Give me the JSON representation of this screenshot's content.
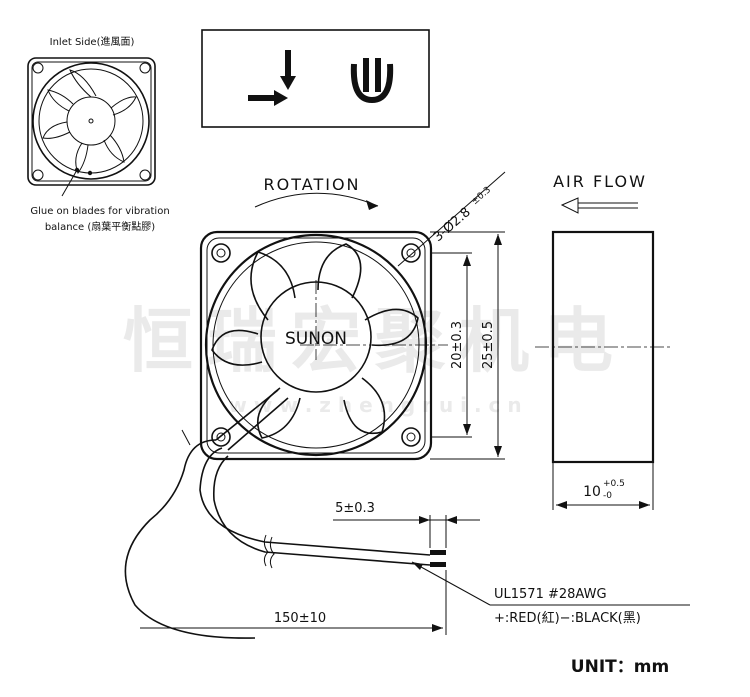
{
  "labels": {
    "inlet_side": "Inlet Side(進風面)",
    "glue_note_1": "Glue on blades for vibration",
    "glue_note_2": "balance (扇葉平衡點膠)",
    "rotation": "ROTATION",
    "airflow": "AIR FLOW",
    "brand": "SUNON",
    "holes": "3-Ø2.8",
    "holes_tol": "±0.3",
    "dim_20": "20±0.3",
    "dim_25": "25±0.5",
    "dim_10": "10",
    "dim_10_plus": "+0.5",
    "dim_10_minus": "-0",
    "dim_5": "5±0.3",
    "dim_150": "150±10",
    "cable_spec": "UL1571  #28AWG",
    "cable_colors": "+:RED(紅)−:BLACK(黑)",
    "unit": "UNIT：mm"
  },
  "watermark": {
    "cn": "恒瑞宏聚机电",
    "url": "w w w . z h e n g r u i . c n"
  }
}
